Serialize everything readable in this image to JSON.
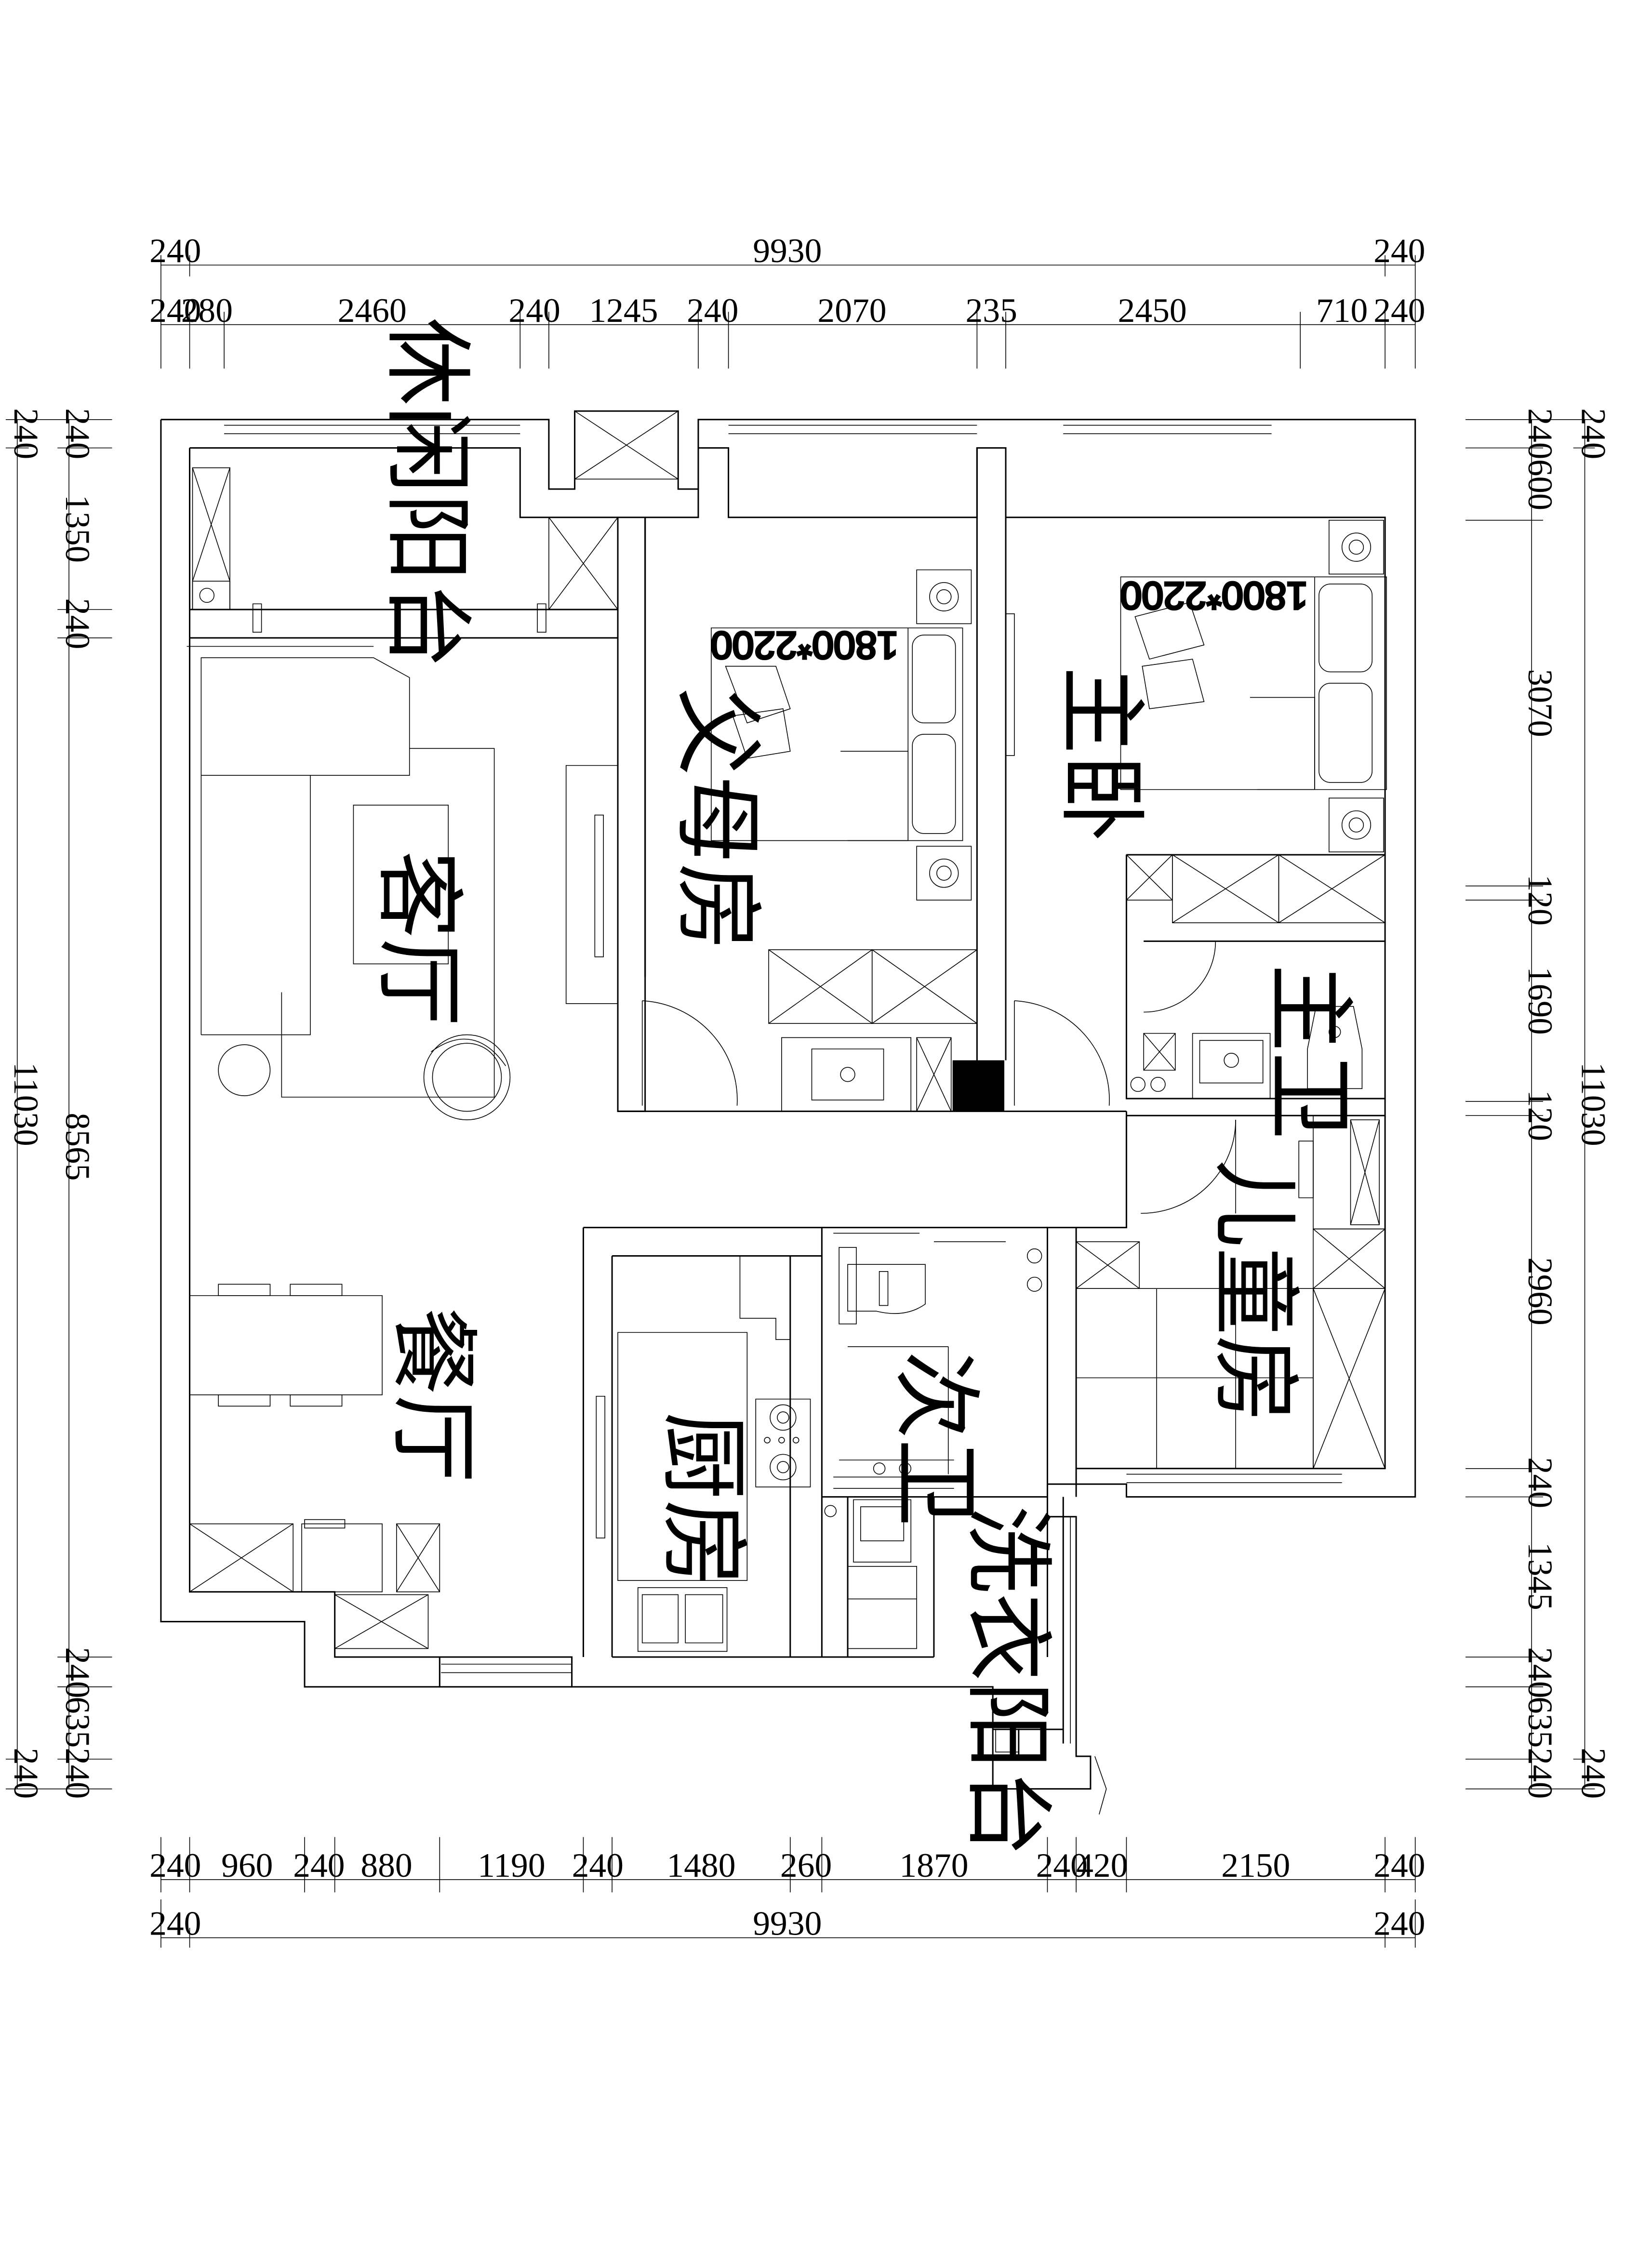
{
  "rooms": {
    "leisure_balcony": "休闲阳台",
    "living_room": "客厅",
    "parents_room": "父母房",
    "master_bedroom": "主卧",
    "master_bath": "主卫",
    "children_room": "儿童房",
    "dining_room": "餐厅",
    "kitchen": "厨房",
    "second_bath": "次卫",
    "laundry_balcony": "洗衣阳台"
  },
  "beds": {
    "parents_bed": "1800*2200",
    "master_bed": "1800*2200"
  },
  "dims_top": {
    "overall": [
      "240",
      "9930",
      "240"
    ],
    "detail": [
      "240",
      "280",
      "2460",
      "240",
      "1245",
      "240",
      "2070",
      "235",
      "2450",
      "710",
      "240"
    ]
  },
  "dims_bottom": {
    "detail": [
      "240",
      "960",
      "240",
      "880",
      "1190",
      "240",
      "1480",
      "260",
      "1870",
      "240",
      "420",
      "2150",
      "240"
    ],
    "overall": [
      "240",
      "9930",
      "240"
    ]
  },
  "dims_left": {
    "overall": [
      "240",
      "11030",
      "240"
    ],
    "detail": [
      "240",
      "1350",
      "240",
      "8565",
      "240",
      "635",
      "240"
    ]
  },
  "dims_right": {
    "overall": [
      "240",
      "11030",
      "240"
    ],
    "detail": [
      "240",
      "600",
      "3070",
      "120",
      "1690",
      "120",
      "2960",
      "240",
      "1345",
      "240",
      "635",
      "240"
    ]
  }
}
